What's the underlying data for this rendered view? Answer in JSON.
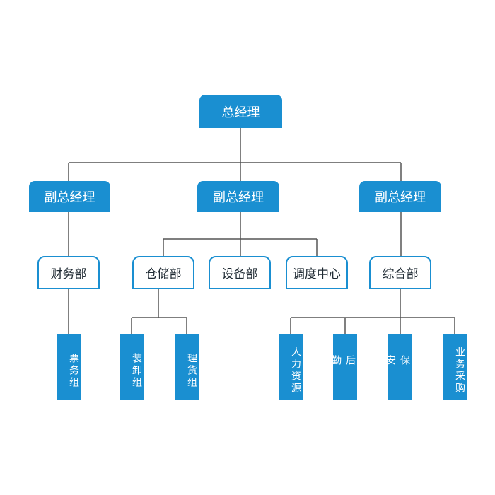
{
  "colors": {
    "accent": "#1a8fd1",
    "line": "#555555",
    "text_dark": "#1f2a33"
  },
  "org": {
    "top": "总经理",
    "deputies": [
      "副总经理",
      "副总经理",
      "副总经理"
    ],
    "departments": {
      "finance": "财务部",
      "warehouse": "仓储部",
      "equipment": "设备部",
      "dispatch": "调度中心",
      "general": "综合部"
    },
    "groups": {
      "ticket": "票务组",
      "loading": "装卸组",
      "inventory": "理货组",
      "hr": "人力资源",
      "logistics": "后勤",
      "security": "保安",
      "procurement": "业务采购"
    }
  }
}
